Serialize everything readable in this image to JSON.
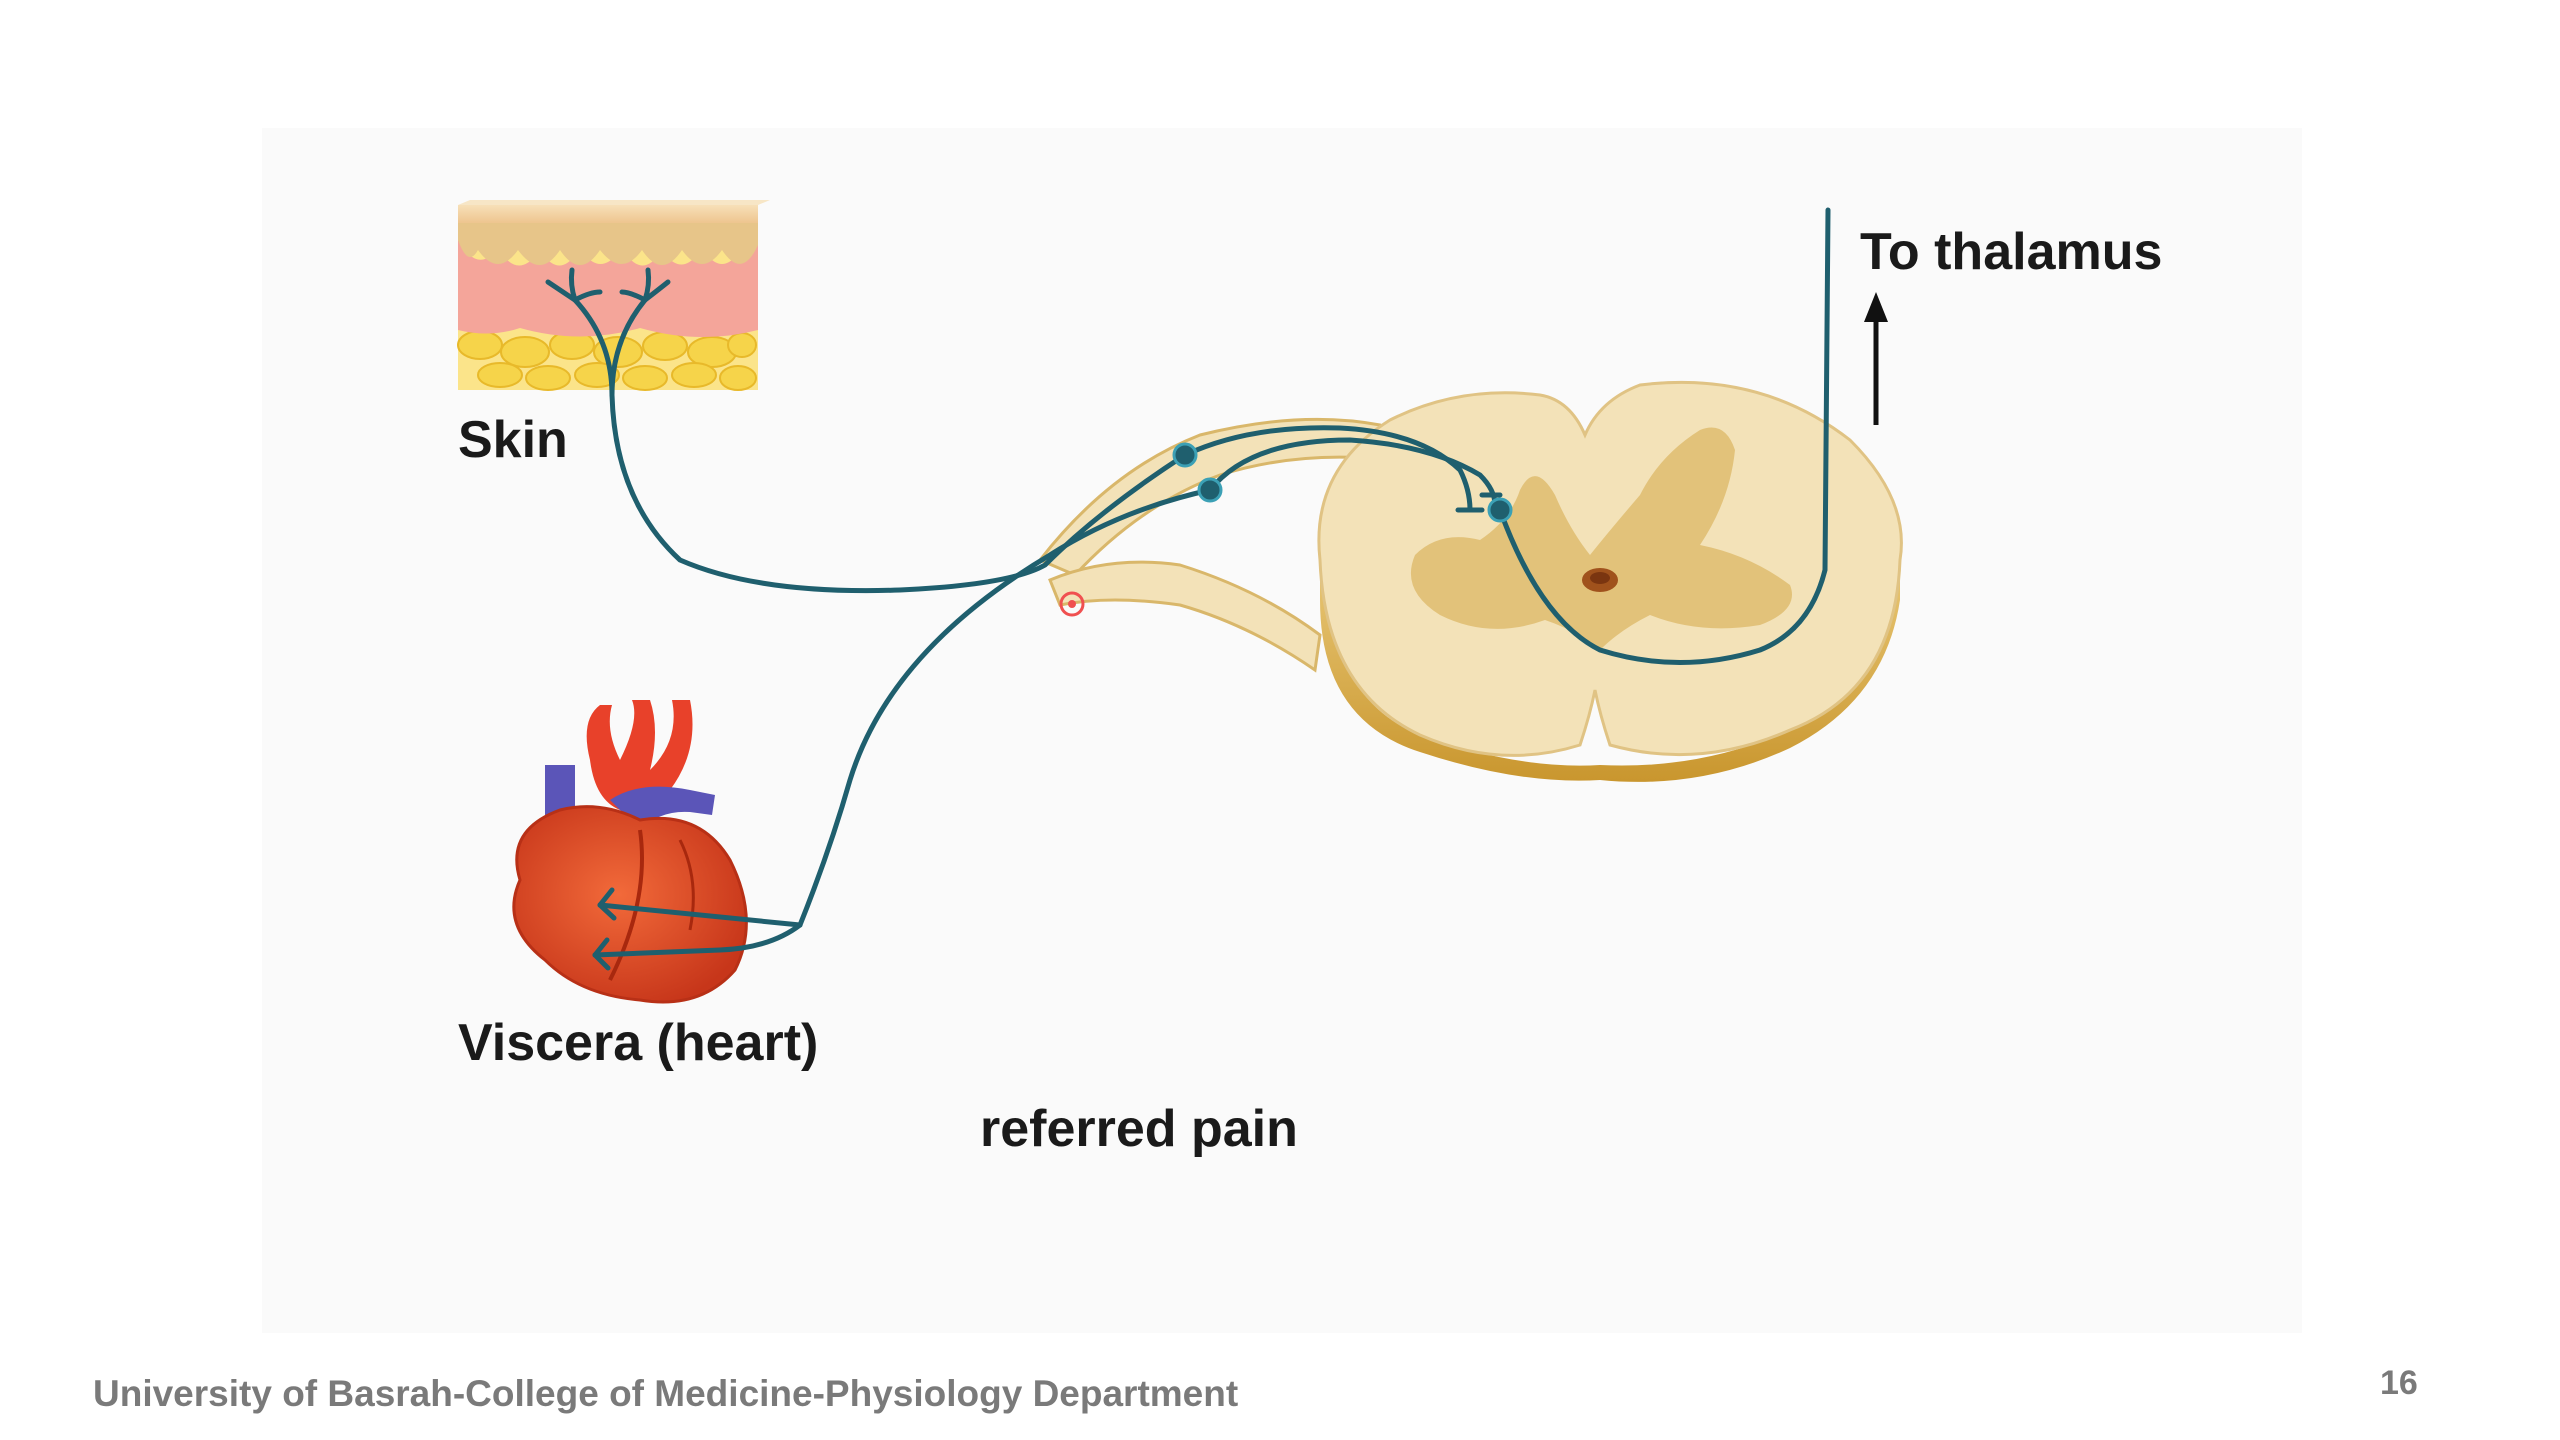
{
  "diagram": {
    "labels": {
      "skin": "Skin",
      "viscera": "Viscera (heart)",
      "thalamus": "To thalamus",
      "caption": "referred pain"
    },
    "colors": {
      "nerve": "#1f5f6e",
      "cord_light": "#f3e2b8",
      "cord_gray_matter": "#e2c27a",
      "skin_dermis": "#f4a59a",
      "skin_fat": "#f6d44a",
      "heart_red": "#e2471c",
      "vessel_blue": "#5b55b8"
    }
  },
  "footer": {
    "institution": "University of Basrah-College of Medicine-Physiology Department",
    "page_number": "16"
  }
}
